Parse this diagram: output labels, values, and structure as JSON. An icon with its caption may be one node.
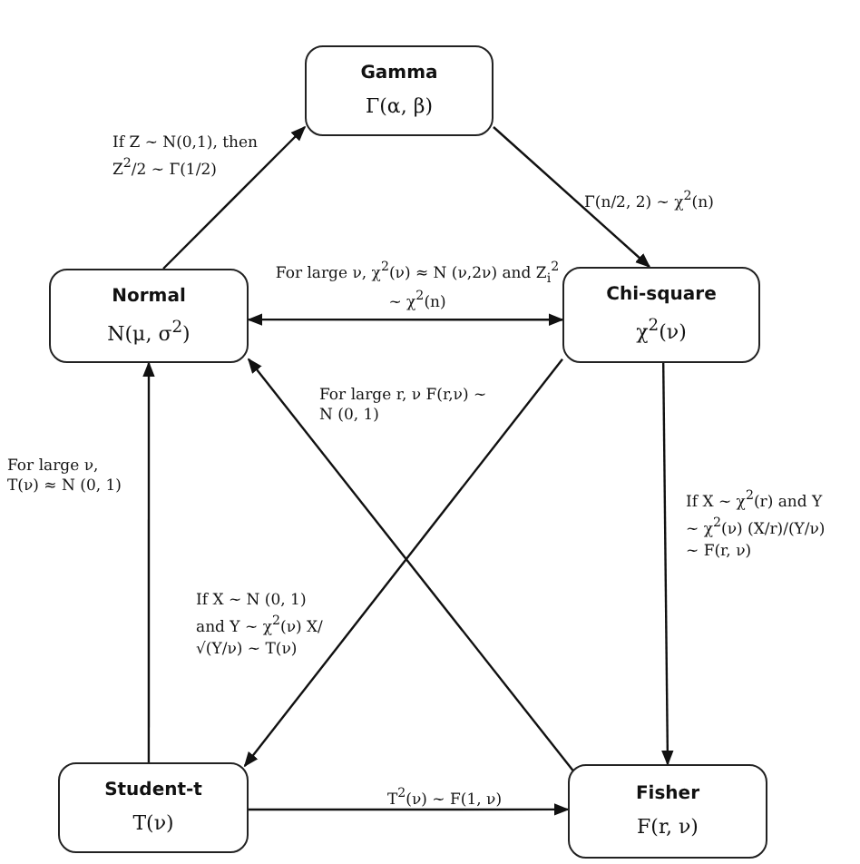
{
  "diagram": {
    "nodes": [
      {
        "text": [
          "Gamma",
          "Γ(α, β)"
        ]
      },
      {
        "text": [
          "Normal",
          "N(μ, σ$^{2}$)"
        ]
      },
      {
        "text": [
          "Chi-square",
          "χ$^{2}$(ν)"
        ]
      },
      {
        "text": [
          "Student-t",
          "T(ν)"
        ]
      },
      {
        "text": [
          "Fisher",
          "F(r, ν)"
        ]
      }
    ],
    "edges": [
      {
        "from": 1,
        "to": 0,
        "arrow": "to",
        "label": "If Z ~ N(0,1), then Z$^{2}$/2 ~ Γ(1/2)"
      },
      {
        "from": 0,
        "to": 2,
        "arrow": "to",
        "label": "Γ(n/2, 2) ~ χ$^{2}$(n)"
      },
      {
        "from": 1,
        "to": 2,
        "arrow": "both",
        "label": "For large ν, χ$^{2}$(ν) ≈ N (ν,2ν) and Z$_{i}$$^{2}$ ~ χ$^{2}$(n)"
      },
      {
        "from": 3,
        "to": 1,
        "arrow": "to",
        "label": "For large ν, T(ν) ≈ N (0, 1)"
      },
      {
        "from": 4,
        "to": 1,
        "arrow": "to",
        "label": "For large r, ν F(r,ν) ~ N (0, 1)"
      },
      {
        "from": 2,
        "to": 3,
        "arrow": "to",
        "label": "If X ~ N (0, 1) and Y ~ χ$^{2}$(ν) X/√(Y/ν) ~ T(ν)"
      },
      {
        "from": 2,
        "to": 4,
        "arrow": "to",
        "label": "If X ~ χ$^{2}$(r) and Y ~ χ$^{2}$(ν) (X/r)/(Y/ν) ~ F(r, ν)"
      },
      {
        "from": 3,
        "to": 4,
        "arrow": "to",
        "label": "T$^{2}$(ν) ~ F(1, ν)"
      }
    ]
  }
}
